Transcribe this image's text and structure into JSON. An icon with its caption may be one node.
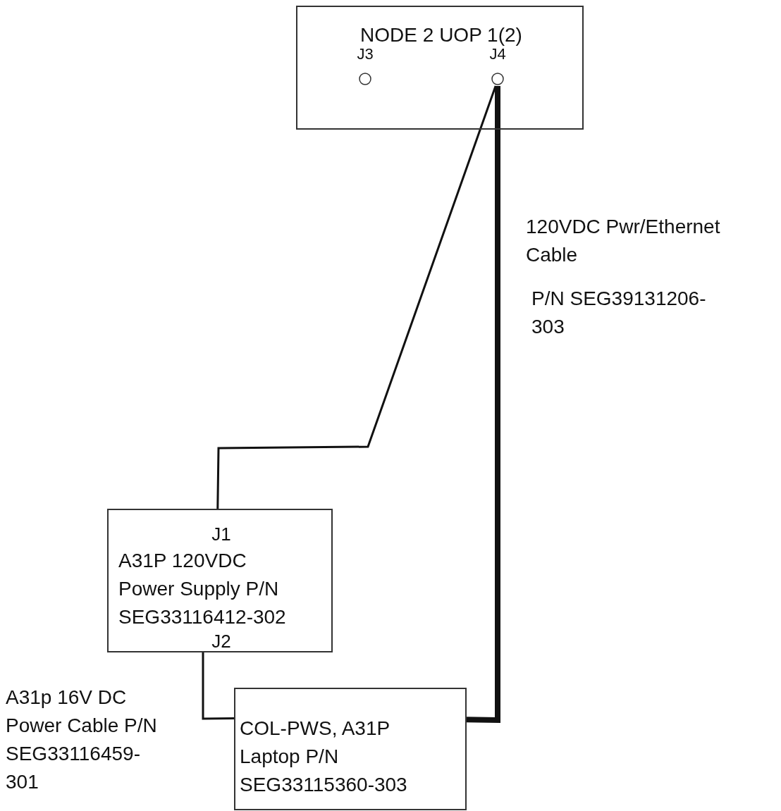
{
  "diagram": {
    "nodes": [
      {
        "text": [
          "NODE 2 UOP 1(2)"
        ]
      },
      {
        "text": [
          "J3"
        ],
        "in": 0
      },
      {
        "text": [
          "J4"
        ],
        "in": 0
      },
      {
        "text": [
          "J1",
          "A31P 120VDC Power Supply P/N SEG33116412-302",
          "J2"
        ]
      },
      {
        "text": [
          "COL-PWS, A31P Laptop P/N SEG33115360-303"
        ]
      }
    ],
    "edges": [
      {
        "from": 2,
        "to": 3,
        "arrow": "none"
      },
      {
        "from": 2,
        "to": 4,
        "arrow": "none",
        "style": "thick"
      },
      {
        "from": 3,
        "to": 4,
        "arrow": "none"
      }
    ],
    "labels": [
      "120VDC Pwr/Ethernet Cable",
      "P/N SEG39131206-303",
      "A31p 16V DC Power Cable P/N SEG33116459-301"
    ]
  }
}
